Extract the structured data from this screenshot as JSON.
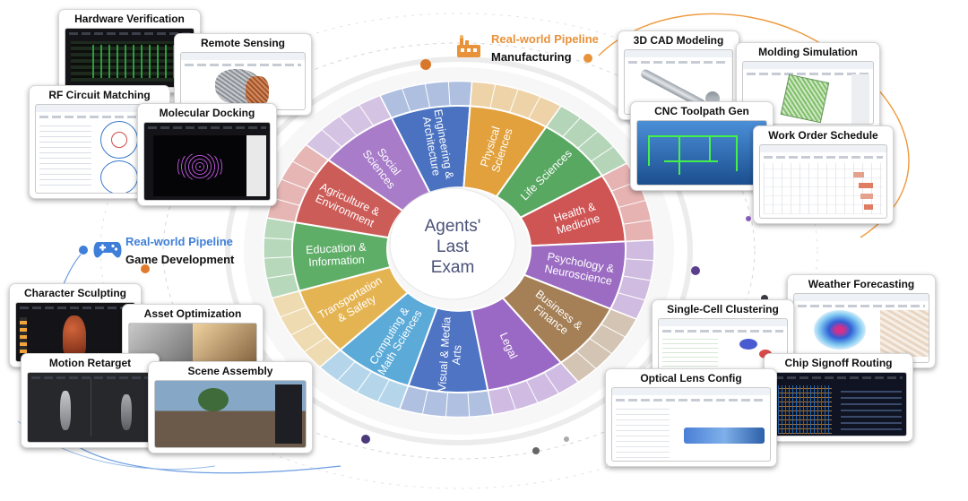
{
  "center": {
    "line1": "Agents'",
    "line2": "Last",
    "line3": "Exam"
  },
  "sectors": [
    {
      "label": [
        "Engineering &",
        "Architecture"
      ],
      "color": "#4a72c0"
    },
    {
      "label": [
        "Physical",
        "Sciences"
      ],
      "color": "#e2a13d"
    },
    {
      "label": [
        "Life Sciences"
      ],
      "color": "#58a862"
    },
    {
      "label": [
        "Health &",
        "Medicine"
      ],
      "color": "#cf5454"
    },
    {
      "label": [
        "Psychology &",
        "Neuroscience"
      ],
      "color": "#9b6cc2"
    },
    {
      "label": [
        "Business &",
        "Finance"
      ],
      "color": "#a57f55"
    },
    {
      "label": [
        "Legal"
      ],
      "color": "#9a68c5"
    },
    {
      "label": [
        "Visual & Media",
        "Arts"
      ],
      "color": "#4f74c4"
    },
    {
      "label": [
        "Computing &",
        "Math Sciences"
      ],
      "color": "#5baad8"
    },
    {
      "label": [
        "Transportation",
        "& Safety"
      ],
      "color": "#e5b452"
    },
    {
      "label": [
        "Education &",
        "Information"
      ],
      "color": "#5fae68"
    },
    {
      "label": [
        "Agriculture &",
        "Environment"
      ],
      "color": "#cc5c58"
    },
    {
      "label": [
        "Social",
        "Sciences"
      ],
      "color": "#a87cc9"
    }
  ],
  "pipelines": {
    "manufacturing": {
      "line1": "Real-world Pipeline",
      "line2": "Manufacturing",
      "accent": "#e8923a"
    },
    "game": {
      "line1": "Real-world Pipeline",
      "line2": "Game Development",
      "accent": "#3f7fd9"
    }
  },
  "cards": {
    "hardware": "Hardware Verification",
    "remote": "Remote Sensing",
    "rf": "RF Circuit Matching",
    "molecular": "Molecular Docking",
    "cad": "3D CAD Modeling",
    "molding": "Molding Simulation",
    "cnc": "CNC Toolpath Gen",
    "workorder": "Work Order Schedule",
    "sculpt": "Character Sculpting",
    "asset": "Asset Optimization",
    "motion": "Motion Retarget",
    "scene": "Scene Assembly",
    "weather": "Weather Forecasting",
    "singlecell": "Single-Cell Clustering",
    "chip": "Chip Signoff Routing",
    "optical": "Optical Lens Config"
  }
}
